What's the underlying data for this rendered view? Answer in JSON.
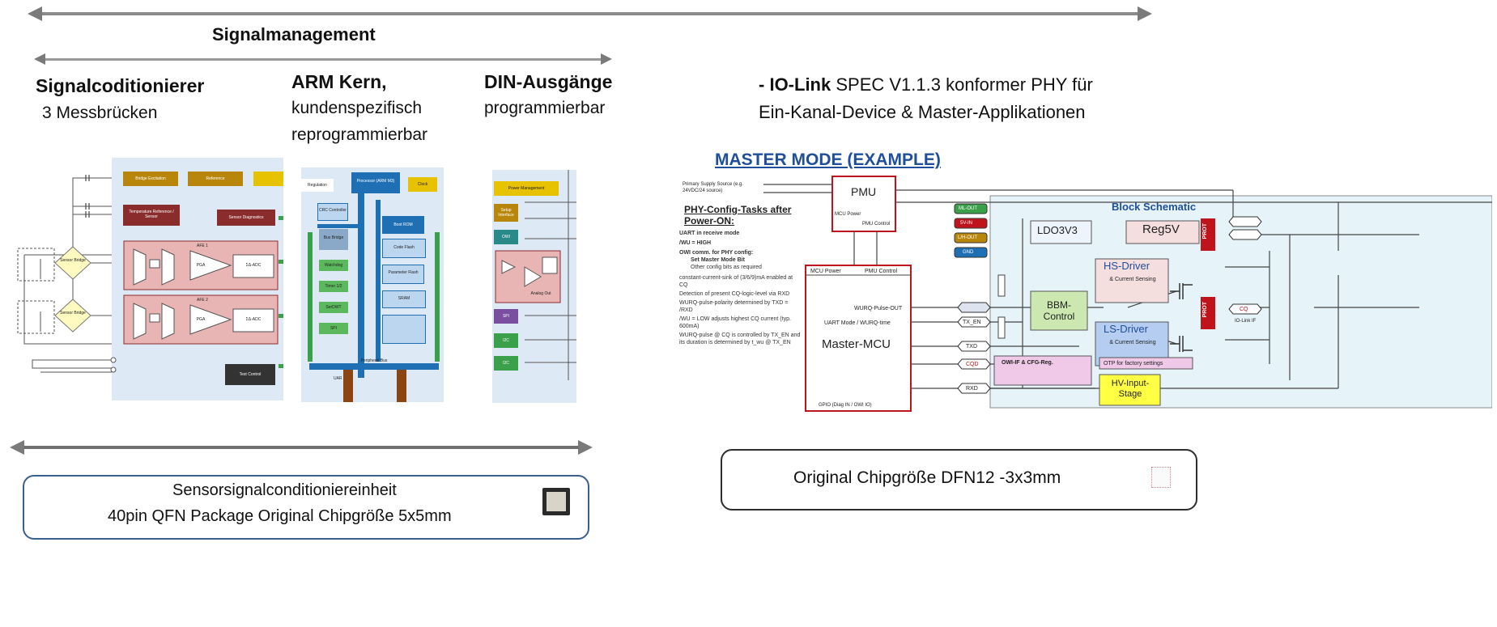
{
  "header": {
    "signal_management": "Signalmanagement"
  },
  "left_columns": {
    "signal_conditioner": {
      "title": "Signalcoditionierer",
      "subtitle": "3 Messbrücken"
    },
    "arm_core": {
      "title": "ARM Kern,",
      "line2": "kundenspezifisch",
      "line3": "reprogrammierbar"
    },
    "din_outputs": {
      "title": "DIN-Ausgänge",
      "subtitle": "programmierbar"
    }
  },
  "right_header": {
    "prefix": "- ",
    "io_link": "IO-Link",
    "line1_rest": " SPEC V1.1.3 konformer PHY für",
    "line2": "Ein-Kanal-Device & Master-Applikationen"
  },
  "bottom_left_box": {
    "line1": "Sensorsignalconditioniereinheit",
    "line2": "40pin QFN Package Original Chipgröße  5x5mm"
  },
  "bottom_right_box": {
    "text": "Original Chipgröße  DFN12 -3x3mm"
  },
  "afe_blocks": {
    "bridge_excitation": "Bridge Excitation",
    "reference": "Reference",
    "temp_sensor": "Temperature Reference / Sensor",
    "sensor_diag": "Sensor Diagnostics",
    "afe1": "AFE 1",
    "afe2": "AFE 2",
    "pga": "PGA",
    "adc": "ΣΔ-ADC",
    "sensor_bridge": "Sensor Bridge",
    "test_control": "Test Control"
  },
  "arm_blocks": {
    "processor": "Processor (ARM M3)",
    "clock": "Clock",
    "crc": "CRC Controller",
    "boot_rom": "Boot ROM",
    "bus_bridge": "Bus Bridge",
    "code_flash": "Code Flash",
    "watchdog": "Watchdog",
    "parameter_flash": "Parameter Flash",
    "timer": "Timer 1/2",
    "sram": "SRAM",
    "spi": "SPI",
    "periph_bus": "Peripheral Bus",
    "uart": "UART",
    "regulation": "Regulation",
    "ser_wdt": "SerDWT"
  },
  "din_blocks": {
    "power_mgmt": "Power Management",
    "setup_iface": "Setup Interface",
    "owi": "OWI",
    "analog_out": "Analog Out",
    "spi": "SPI",
    "i2c_1": "I2C",
    "i2c_2": "I2C"
  },
  "iolink": {
    "master_mode": "MASTER MODE (EXAMPLE)",
    "primary_supply": "Primary Supply Source (e.g. 24VDC/24 source)",
    "pmu": "PMU",
    "mcu_power": "MCU Power",
    "pmu_control": "PMU Control",
    "block_schematic": "Block Schematic",
    "ldo": "LDO3V3",
    "reg5v": "Reg5V",
    "prot": "PROT",
    "hs_driver": "HS-Driver",
    "ls_driver": "LS-Driver",
    "current_sensing": "& Current Sensing",
    "bbm": "BBM-Control",
    "master_mcu": "Master-MCU",
    "owi_cfg": "OWI-IF & CFG-Reg.",
    "otp": "OTP for factory settings",
    "hv_input": "HV-Input-Stage",
    "txd": "TXD",
    "rxd": "RXD",
    "cqd": "CQD",
    "tx_en": "TX_EN",
    "wu_out": "WURQ-Pulse-OUT",
    "uart_mode": "UART Mode / WURQ-time",
    "gpio": "GPIO (Diag IN / OWI IO)",
    "config_title": "PHY-Config-Tasks after Power-ON:",
    "bullets": [
      "UART in receive mode",
      "/WU = HIGH",
      "OWI comm. for PHY config:",
      "Set Master Mode Bit",
      "Other config bits as required",
      "constant-current-sink of (3/6/9)mA enabled at CQ",
      "Detection of present CQ-logic-level via RXD",
      "WURQ-pulse-polarity determined by TXD = /RXD",
      "/WU = LOW adjusts highest CQ current (typ. 600mA)",
      "WURQ-pulse @ CQ is controlled by TX_EN and its duration is determined by t_wu @ TX_EN"
    ],
    "pins": {
      "ml_out": "ML-OUT",
      "v_in": "5V-IN",
      "l_out": "L/H-OUT",
      "gnd": "GND",
      "cq": "CQ",
      "iolink": "IO-Link IF"
    }
  },
  "colors": {
    "arrow": "#7a7a7a",
    "panel_bg": "#dde9f5",
    "afe_pink": "#e8b4b4",
    "afe_dark": "#8b2c2c",
    "gold": "#b8860b",
    "arm_blue": "#1f6fb5",
    "green": "#3aa04a",
    "iolink_title": "#1f4e9a",
    "red": "#c0141c"
  }
}
